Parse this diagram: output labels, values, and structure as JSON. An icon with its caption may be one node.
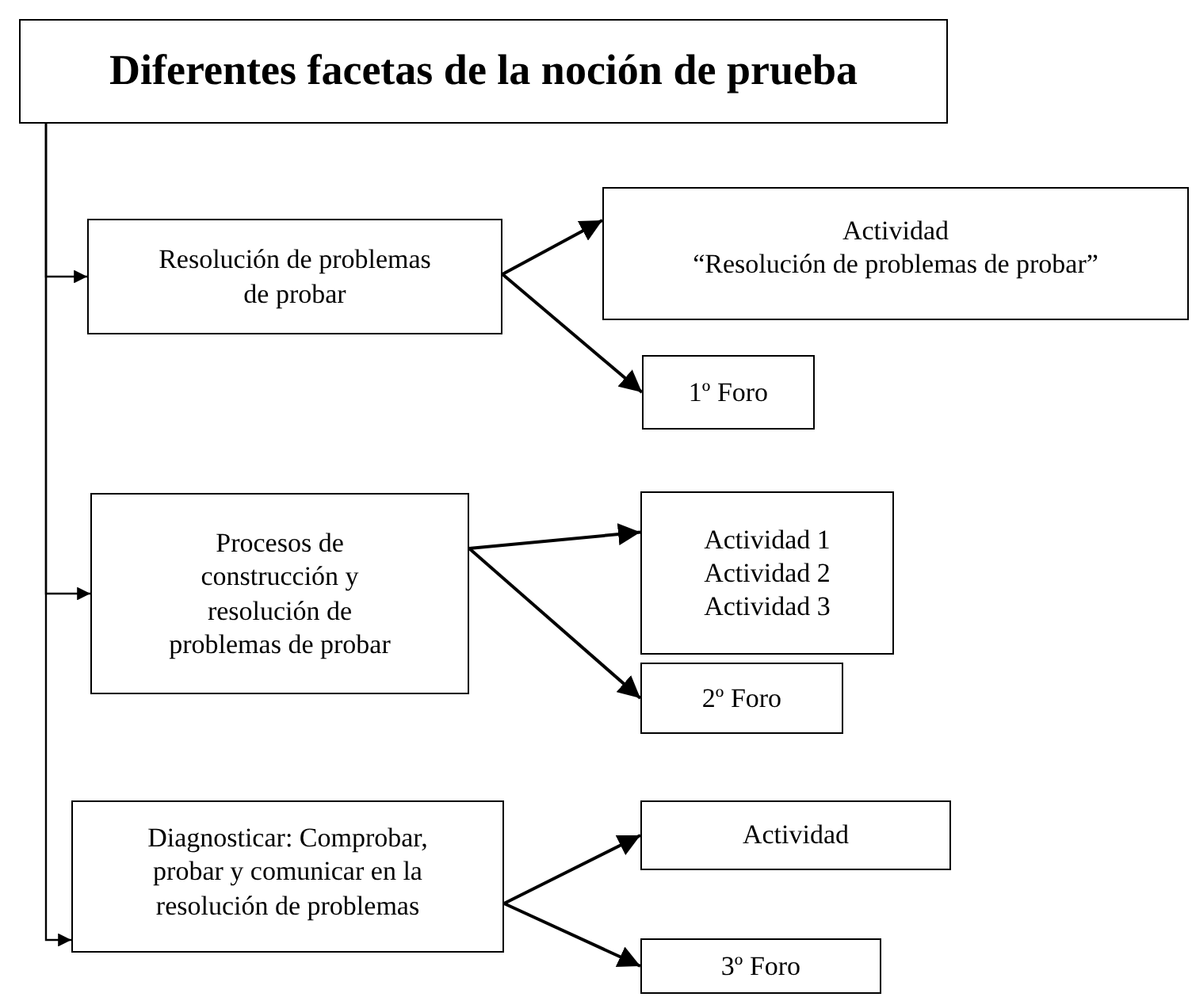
{
  "diagram": {
    "nodes": [
      {
        "text": [
          "Diferentes facetas de la noción de prueba"
        ]
      },
      {
        "text": [
          "Resolución de problemas de probar"
        ]
      },
      {
        "text": [
          "Actividad",
          "“Resolución de problemas de probar”"
        ]
      },
      {
        "text": [
          "1º Foro"
        ]
      },
      {
        "text": [
          "Procesos de construcción y resolución de problemas de probar"
        ]
      },
      {
        "text": [
          "Actividad 1",
          "Actividad 2",
          "Actividad 3"
        ]
      },
      {
        "text": [
          "2º Foro"
        ]
      },
      {
        "text": [
          "Diagnosticar: Comprobar, probar y comunicar en la resolución de problemas"
        ]
      },
      {
        "text": [
          "Actividad"
        ]
      },
      {
        "text": [
          "3º Foro"
        ]
      }
    ],
    "edges": [
      {
        "from": 0,
        "to": 1,
        "arrow": "to"
      },
      {
        "from": 0,
        "to": 4,
        "arrow": "to"
      },
      {
        "from": 0,
        "to": 7,
        "arrow": "to"
      },
      {
        "from": 1,
        "to": 2,
        "arrow": "to"
      },
      {
        "from": 1,
        "to": 3,
        "arrow": "to"
      },
      {
        "from": 4,
        "to": 5,
        "arrow": "to"
      },
      {
        "from": 4,
        "to": 6,
        "arrow": "to"
      },
      {
        "from": 7,
        "to": 8,
        "arrow": "to"
      },
      {
        "from": 7,
        "to": 9,
        "arrow": "to"
      }
    ]
  }
}
